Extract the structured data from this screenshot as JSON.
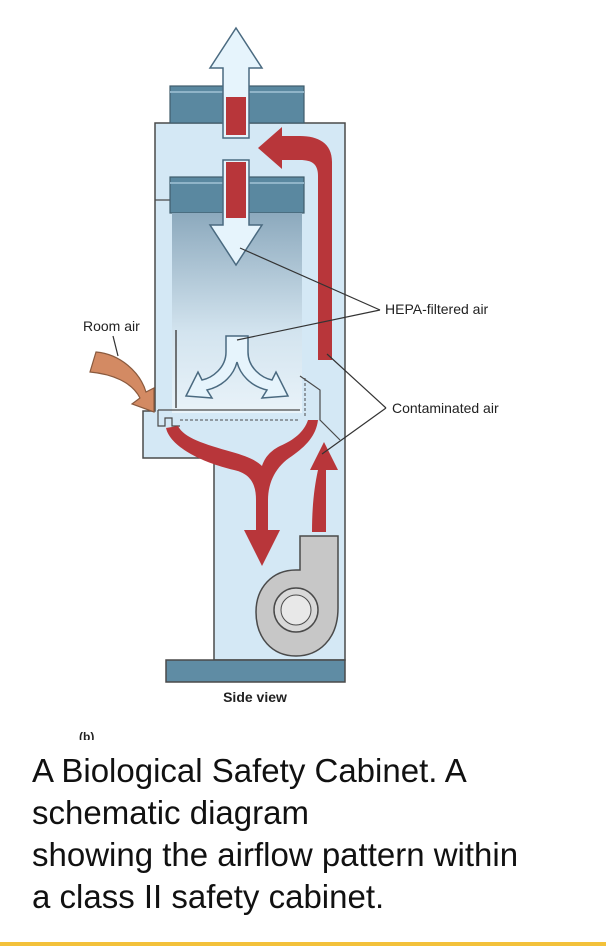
{
  "diagram": {
    "labels": {
      "room_air": "Room air",
      "hepa": "HEPA-filtered air",
      "contaminated": "Contaminated air",
      "side_view": "Side view",
      "panel": "(b)"
    },
    "colors": {
      "cabinet": "#d4e8f5",
      "outline": "#4a4a4a",
      "filter": "#5a88a0",
      "contaminated_flow": "#b8363a",
      "hepa_flow": "#e6f4fc",
      "room_air_flow": "#d38a63",
      "fan": "#c7c7c7"
    }
  },
  "caption": {
    "line1": "A Biological Safety Cabinet. A",
    "line2": "schematic diagram",
    "line3": "showing the airflow pattern within",
    "line4": "a class II safety cabinet."
  }
}
